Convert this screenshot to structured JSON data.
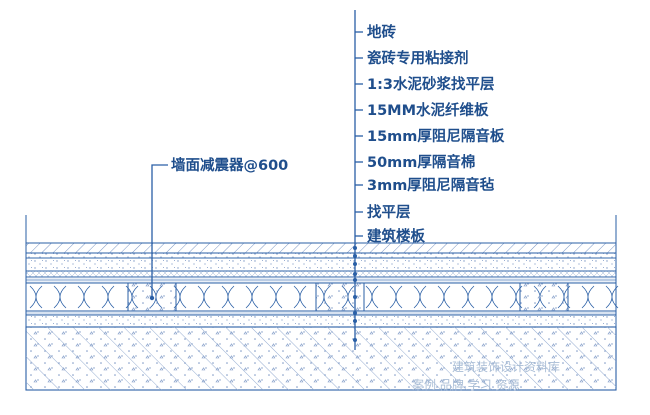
{
  "diagram": {
    "colors": {
      "line": "#2a5fa6",
      "label": "#1f4e8c",
      "hatch": "#6f8fbf",
      "watermark": "#a9bdd6",
      "background": "#ffffff"
    },
    "layer_labels": [
      "地砖",
      "瓷砖专用粘接剂",
      "1:3水泥砂浆找平层",
      "15MM水泥纤维板",
      "15mm厚阻尼隔音板",
      "50mm厚隔音棉",
      "3mm厚阻尼隔音毡",
      "找平层",
      "建筑楼板"
    ],
    "damper_label": "墙面减震器@600",
    "watermark": {
      "line1": "建筑装饰设计资料库",
      "line2": "案例 品牌 学习 资源"
    }
  }
}
